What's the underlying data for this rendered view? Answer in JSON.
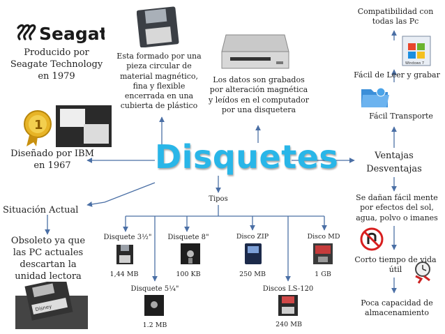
{
  "brand": {
    "logo_text": "Seagate"
  },
  "central": {
    "title": "Disquetes"
  },
  "nodes": {
    "producido": "Producido por Seagate Technology en 1979",
    "formado": "Esta formado por una pieza circular de material magnético, fina y flexible encerrada en una cubierta de plástico",
    "datos": "Los datos son grabados por alteración magnética y leídos en el computador por una disquetera",
    "disenado": "Diseñado por IBM en 1967",
    "situacion": "Situación Actual",
    "obsoleto": "Obsoleto ya que las PC actuales descartan la unidad lectora",
    "tipos": "Tipos",
    "ventajas_title": "Ventajas",
    "desventajas_title": "Desventajas"
  },
  "ventajas": [
    "Compatibilidad con todas las Pc",
    "Fácil de Leer y grabar",
    "Fácil Transporte"
  ],
  "desventajas": [
    "Se dañan fácil mente por efectos del sol, agua, polvo o imanes",
    "Corto tiempo de vida útil",
    "Poca capacidad de almacenamiento"
  ],
  "tipos_list": [
    {
      "name": "Disquete 3½\"",
      "capacity": "1,44 MB"
    },
    {
      "name": "Disquete 8\"",
      "capacity": "100 KB"
    },
    {
      "name": "Disco ZIP",
      "capacity": "250 MB"
    },
    {
      "name": "Disco MD",
      "capacity": "1 GB"
    },
    {
      "name": "Disquete 5¼\"",
      "capacity": "1.2 MB"
    },
    {
      "name": "Discos LS-120",
      "capacity": "240 MB"
    }
  ],
  "image_labels": {
    "windows_box": "Windows 7",
    "disk_label": "Disney"
  },
  "colors": {
    "title": "#29b6e8",
    "arrow": "#4a6fa5",
    "text": "#222222"
  }
}
